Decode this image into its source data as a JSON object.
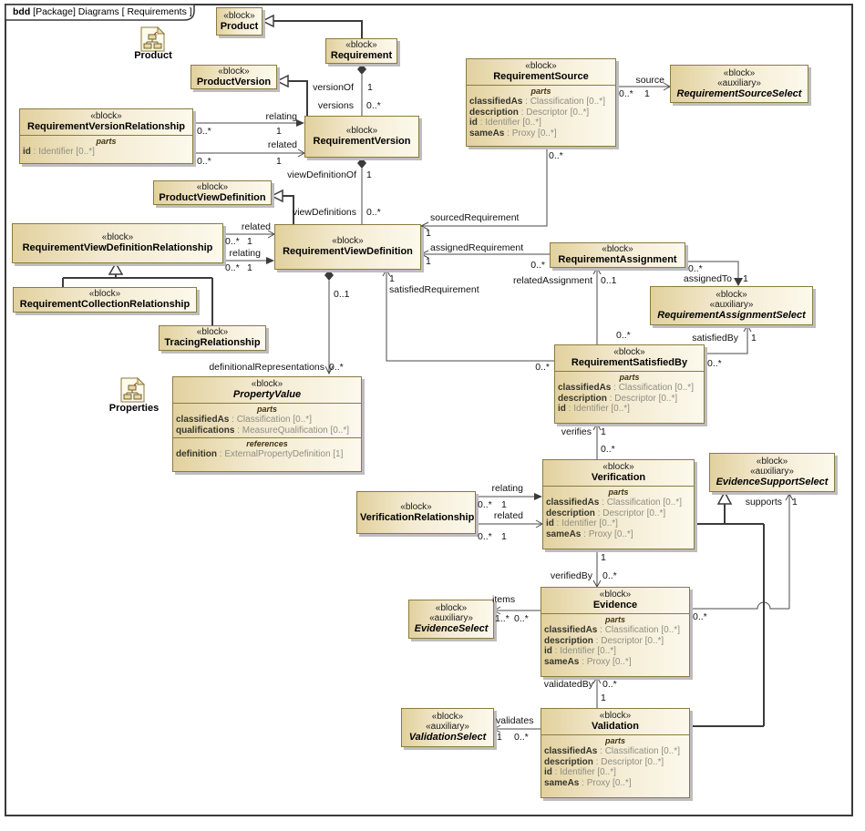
{
  "frame": {
    "tab_bold": "bdd",
    "tab_rest": " [Package] Diagrams [ Requirements ]"
  },
  "stereo": {
    "block": "«block»",
    "auxiliary": "«auxiliary»"
  },
  "compartment_labels": {
    "parts": "parts",
    "references": "references"
  },
  "icons": {
    "product": "Product",
    "properties": "Properties"
  },
  "mult": {
    "one": "1",
    "zero_many": "0..*",
    "zero_one": "0..1",
    "one_many": "1..*"
  },
  "labels": {
    "versionOf": "versionOf",
    "versions": "versions",
    "relating": "relating",
    "related": "related",
    "viewDefinitionOf": "viewDefinitionOf",
    "viewDefinitions": "viewDefinitions",
    "source": "source",
    "sourcedRequirement": "sourcedRequirement",
    "assignedRequirement": "assignedRequirement",
    "relatedAssignment": "relatedAssignment",
    "assignedTo": "assignedTo",
    "satisfiedBy": "satisfiedBy",
    "satisfiedRequirement": "satisfiedRequirement",
    "definitionalRepresentations": "definitionalRepresentations",
    "verifies": "verifies",
    "verifiedBy": "verifiedBy",
    "items": "items",
    "validatedBy": "validatedBy",
    "validates": "validates",
    "supports": "supports"
  },
  "blocks": {
    "product": {
      "name": "Product"
    },
    "requirement": {
      "name": "Requirement"
    },
    "product_version": {
      "name": "ProductVersion"
    },
    "requirement_version_relationship": {
      "name": "RequirementVersionRelationship",
      "parts": [
        {
          "n": "id",
          "t": " : Identifier [0..*]"
        }
      ]
    },
    "requirement_version": {
      "name": "RequirementVersion"
    },
    "requirement_source": {
      "name": "RequirementSource",
      "parts": [
        {
          "n": "classifiedAs",
          "t": " : Classification [0..*]"
        },
        {
          "n": "description",
          "t": " : Descriptor [0..*]"
        },
        {
          "n": "id",
          "t": " : Identifier [0..*]"
        },
        {
          "n": "sameAs",
          "t": " : Proxy [0..*]"
        }
      ]
    },
    "requirement_source_select": {
      "name": "RequirementSourceSelect"
    },
    "product_view_definition": {
      "name": "ProductViewDefinition"
    },
    "requirement_view_definition_relationship": {
      "name": "RequirementViewDefinitionRelationship"
    },
    "requirement_view_definition": {
      "name": "RequirementViewDefinition"
    },
    "requirement_collection_relationship": {
      "name": "RequirementCollectionRelationship"
    },
    "tracing_relationship": {
      "name": "TracingRelationship"
    },
    "requirement_assignment": {
      "name": "RequirementAssignment"
    },
    "requirement_assignment_select": {
      "name": "RequirementAssignmentSelect"
    },
    "requirement_satisfied_by": {
      "name": "RequirementSatisfiedBy",
      "parts": [
        {
          "n": "classifiedAs",
          "t": " : Classification [0..*]"
        },
        {
          "n": "description",
          "t": " : Descriptor [0..*]"
        },
        {
          "n": "id",
          "t": " : Identifier [0..*]"
        }
      ]
    },
    "property_value": {
      "name": "PropertyValue",
      "parts": [
        {
          "n": "classifiedAs",
          "t": " : Classification [0..*]"
        },
        {
          "n": "qualifications",
          "t": " : MeasureQualification [0..*]"
        }
      ],
      "references": [
        {
          "n": "definition",
          "t": " : ExternalPropertyDefinition [1]"
        }
      ]
    },
    "verification_relationship": {
      "name": "VerificationRelationship"
    },
    "verification": {
      "name": "Verification",
      "parts": [
        {
          "n": "classifiedAs",
          "t": " : Classification [0..*]"
        },
        {
          "n": "description",
          "t": " : Descriptor [0..*]"
        },
        {
          "n": "id",
          "t": " : Identifier [0..*]"
        },
        {
          "n": "sameAs",
          "t": " : Proxy [0..*]"
        }
      ]
    },
    "evidence_support_select": {
      "name": "EvidenceSupportSelect"
    },
    "evidence_select": {
      "name": "EvidenceSelect"
    },
    "evidence": {
      "name": "Evidence",
      "parts": [
        {
          "n": "classifiedAs",
          "t": " : Classification [0..*]"
        },
        {
          "n": "description",
          "t": " : Descriptor [0..*]"
        },
        {
          "n": "id",
          "t": " : Identifier [0..*]"
        },
        {
          "n": "sameAs",
          "t": " : Proxy [0..*]"
        }
      ]
    },
    "validation_select": {
      "name": "ValidationSelect"
    },
    "validation": {
      "name": "Validation",
      "parts": [
        {
          "n": "classifiedAs",
          "t": " : Classification [0..*]"
        },
        {
          "n": "description",
          "t": " : Descriptor [0..*]"
        },
        {
          "n": "id",
          "t": " : Identifier [0..*]"
        },
        {
          "n": "sameAs",
          "t": " : Proxy [0..*]"
        }
      ]
    }
  }
}
